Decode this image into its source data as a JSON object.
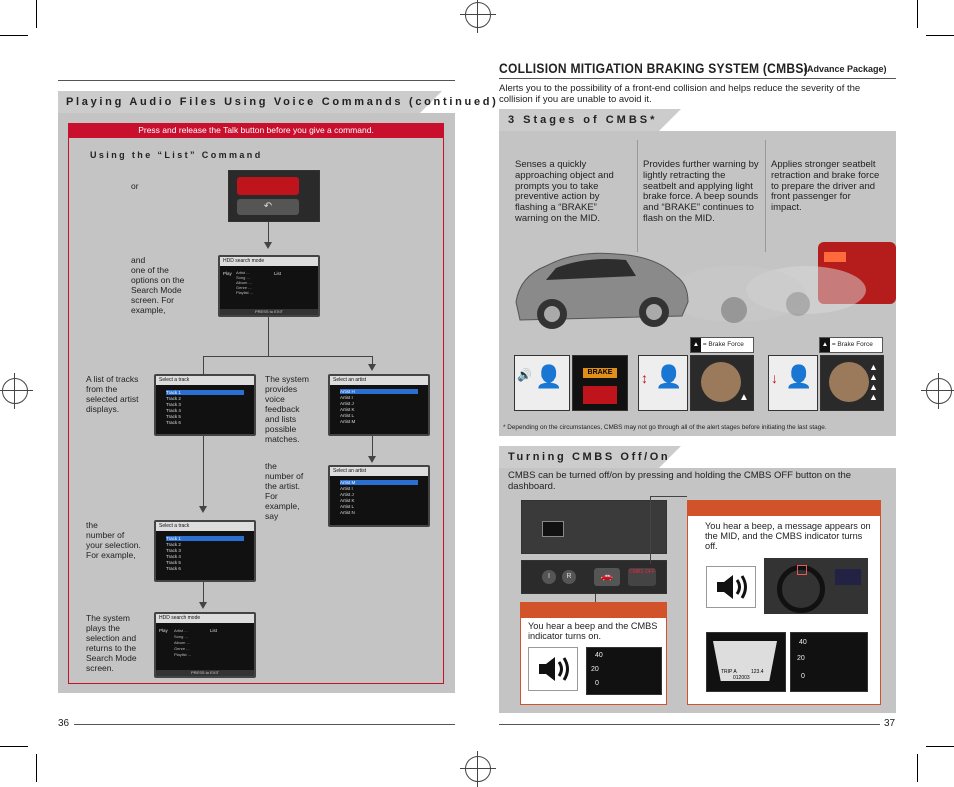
{
  "left_page": {
    "section_title": "Playing Audio Files Using Voice Commands (continued)",
    "instruction_banner": "Press and release the Talk button before you give a command.",
    "subsection_title": "Using the “List” Command",
    "step_or": "or",
    "step_and_options": "and\none of the\noptions on the\nSearch Mode\nscreen. For\nexample,",
    "tracks_list_text": "A list of tracks\nfrom the\nselected artist\ndisplays.",
    "voice_feedback_text": "The system\nprovides\nvoice\nfeedback\nand lists\npossible\nmatches.",
    "artist_number_text": "the\nnumber of\nthe artist.\nFor\nexample,\nsay",
    "selection_number_text": "the\nnumber of\nyour selection.\nFor example,",
    "plays_selection_text": "The system\nplays the\nselection and\nreturns to the\nSearch Mode\nscreen.",
    "page_number": "36",
    "screens": {
      "hdd_title": "HDD search mode",
      "hdd_play": "Play",
      "hdd_list": "List",
      "hdd_items": [
        "Artist ...",
        "Song ...",
        "Album ...",
        "Genre ...",
        "Playlist ..."
      ],
      "hdd_footer": "PRESS   to EXIT",
      "track_title": "Select a track",
      "tracks": [
        "Track 1",
        "Track 2",
        "Track 3",
        "Track 4",
        "Track 5",
        "Track 6"
      ],
      "artist_title": "Select an artist",
      "artists": [
        "Artist H",
        "Artist I",
        "Artist J",
        "Artist K",
        "Artist L",
        "Artist M",
        "Artist N"
      ]
    }
  },
  "right_page": {
    "title": "COLLISION MITIGATION BRAKING SYSTEM (CMBS)",
    "title_suffix": "(Advance Package)",
    "intro": "Alerts you to the possibility of a front-end collision and helps reduce the severity of the collision if you are unable to avoid it.",
    "stages_title": "3 Stages of CMBS*",
    "stages": [
      "Senses a quickly approaching object and prompts you to take preventive action by flashing a “BRAKE” warning on the MID.",
      "Provides further warning by lightly retracting the seatbelt and applying light brake force. A beep sounds and “BRAKE” continues to flash on the MID.",
      "Applies stronger seatbelt retraction and brake force to prepare the driver and front passenger for impact."
    ],
    "brake_label": "BRAKE",
    "brake_force_legend": "= Brake Force",
    "footnote": "* Depending on the circumstances, CMBS may not go through all of the alert stages before initiating the last stage.",
    "turning_title": "Turning CMBS Off/On",
    "turning_text": "CMBS can be turned off/on by pressing and holding the CMBS OFF button on the dashboard.",
    "off_text": "You hear a beep, a message appears on the MID, and the CMBS indicator turns off.",
    "on_text": "You hear a beep and the CMBS indicator turns on.",
    "button_label": "CMBS OFF",
    "mid_trip": "TRIP A",
    "mid_value": "123.4",
    "mid_odo": "012003",
    "page_number": "37"
  },
  "colors": {
    "banner_red": "#c8102e",
    "accent_orange": "#d2522a",
    "panel_gray": "#c4c4c4"
  }
}
